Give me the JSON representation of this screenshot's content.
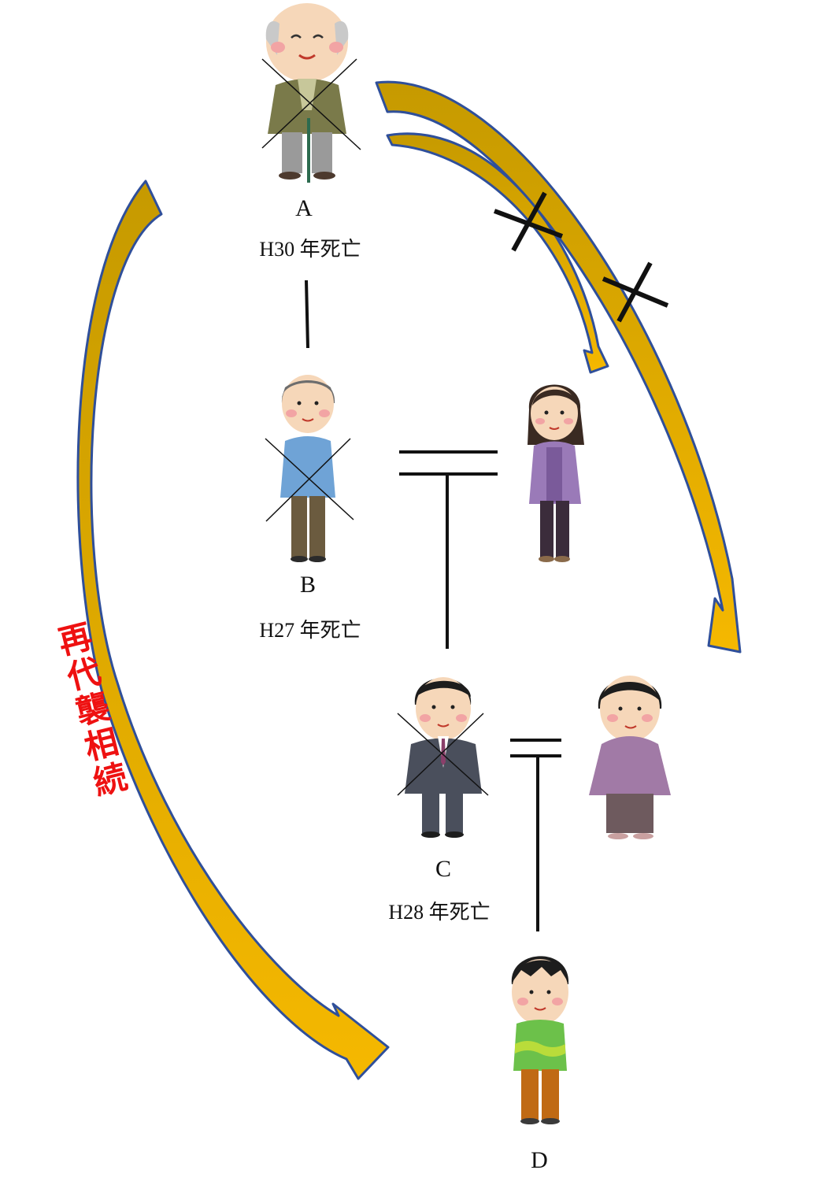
{
  "persons": {
    "a": {
      "label": "A",
      "date": "H30 年死亡"
    },
    "b": {
      "label": "B",
      "date": "H27 年死亡"
    },
    "c": {
      "label": "C",
      "date": "H28 年死亡"
    },
    "d": {
      "label": "D"
    }
  },
  "note": {
    "chars": [
      "再",
      "代",
      "襲",
      "相",
      "続"
    ]
  },
  "colors": {
    "arrow_fill": "#d9a400",
    "arrow_outline": "#2f4f9a",
    "note_text": "#ee1111",
    "cross": "#111111",
    "line": "#111111"
  },
  "icons": {
    "a": "elderly-man-icon",
    "b": "middle-aged-man-icon",
    "b_wife": "woman-purple-cardigan-icon",
    "c": "businessman-icon",
    "c_wife": "woman-purple-sweater-icon",
    "d": "boy-icon"
  }
}
